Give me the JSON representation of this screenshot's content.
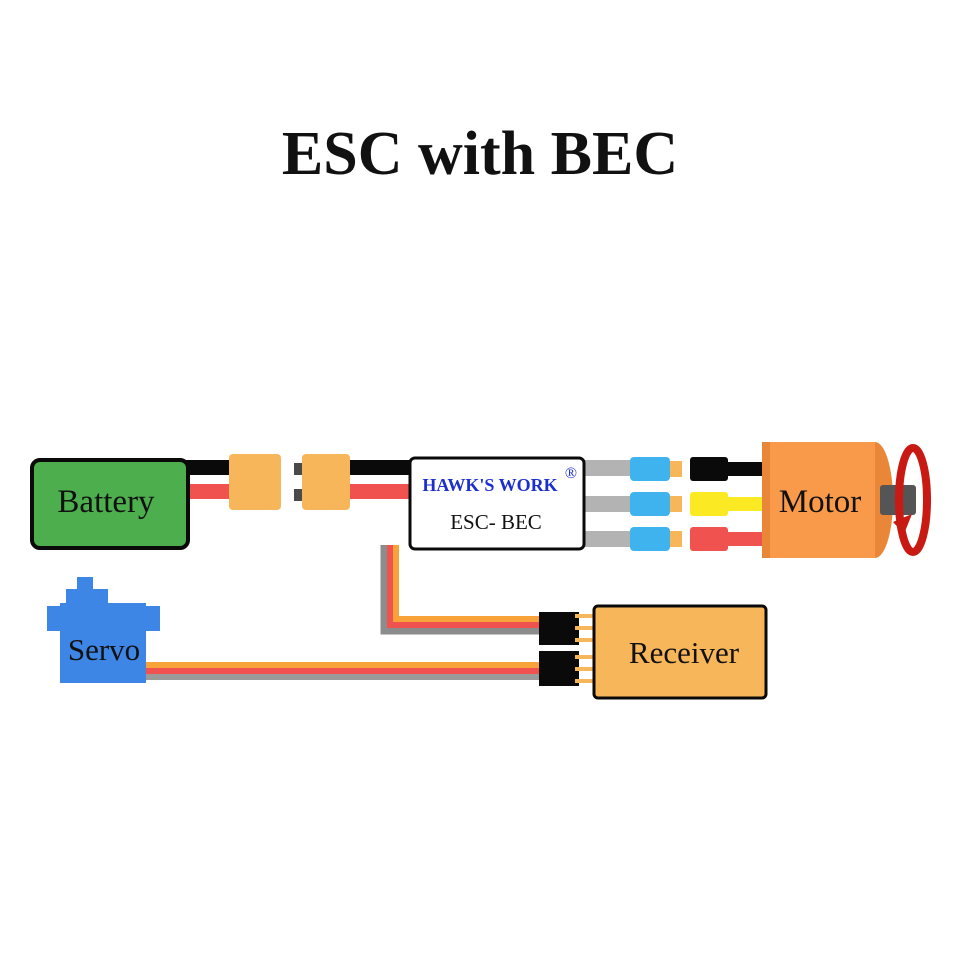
{
  "title": "ESC with BEC",
  "components": {
    "battery": {
      "label": "Battery"
    },
    "esc": {
      "brand": "HAWK'S WORK",
      "trademark": "®",
      "label": "ESC- BEC"
    },
    "motor": {
      "label": "Motor"
    },
    "servo": {
      "label": "Servo"
    },
    "receiver": {
      "label": "Receiver"
    }
  },
  "colors": {
    "battery_fill": "#4cae4c",
    "connector_orange": "#f8b65a",
    "motor_orange": "#f99a4a",
    "servo_blue": "#3d86e6",
    "bullet_blue": "#3fb3ee",
    "wire_black": "#0a0a0a",
    "wire_red": "#f0524f",
    "wire_yellow": "#fbe923",
    "wire_grey": "#b3b3b3",
    "servo_wire_orange": "#f7a33a",
    "brand_blue": "#1b2fd0",
    "rotation_red": "#c81a12"
  }
}
